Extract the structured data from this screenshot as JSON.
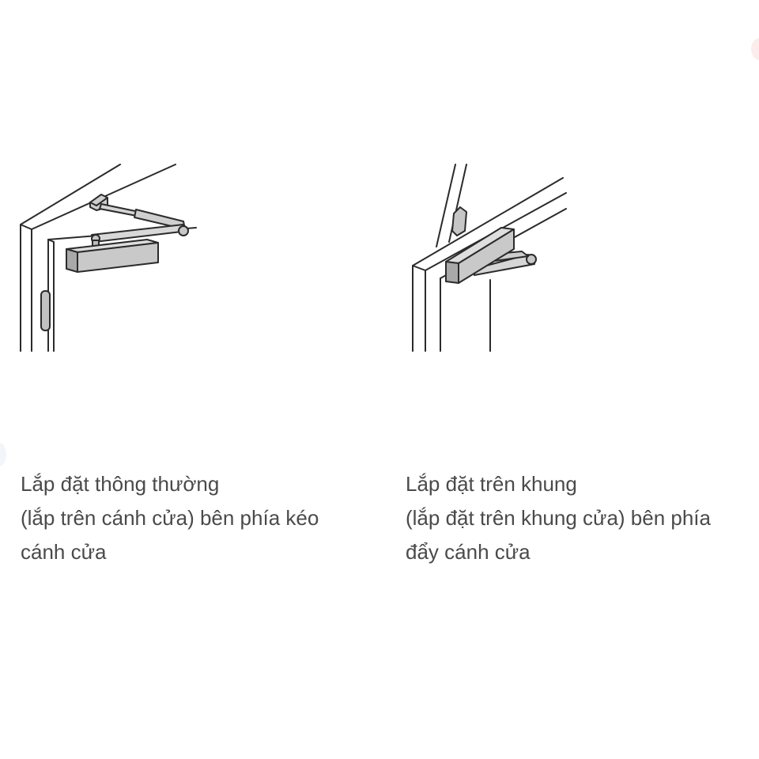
{
  "colors": {
    "background": "#ffffff",
    "line": "#2b2b2b",
    "body_front": "#c9c9c9",
    "body_top": "#dedede",
    "body_side": "#a9a9a9",
    "text": "#4a4a4a"
  },
  "panels": [
    {
      "icon": "door-closer-pull-side-icon",
      "lines": [
        "Lắp đặt thông thường",
        "(lắp trên cánh cửa) bên phía kéo",
        "cánh cửa"
      ]
    },
    {
      "icon": "door-closer-frame-mount-icon",
      "lines": [
        "Lắp đặt trên khung",
        "(lắp đặt trên khung cửa) bên phía",
        "đẩy cánh cửa"
      ]
    }
  ]
}
